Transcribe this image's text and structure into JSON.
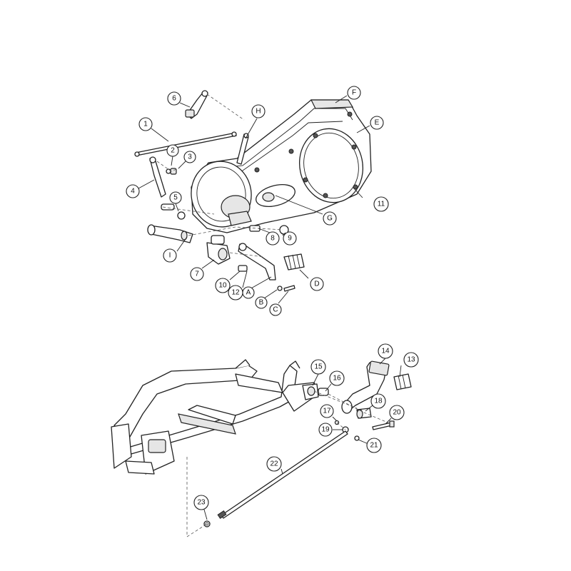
{
  "callouts": {
    "c1": "1",
    "c2": "2",
    "c3": "3",
    "c4": "4",
    "c5": "5",
    "c6": "6",
    "c7": "7",
    "c8": "8",
    "c9": "9",
    "c10": "10",
    "c11": "11",
    "c12": "12",
    "c13": "13",
    "c14": "14",
    "c15": "15",
    "c16": "16",
    "c17": "17",
    "c18": "18",
    "c19": "19",
    "c20": "20",
    "c21": "21",
    "c22": "22",
    "c23": "23",
    "cA": "A",
    "cB": "B",
    "cC": "C",
    "cD": "D",
    "cE": "E",
    "cF": "F",
    "cG": "G",
    "cH": "H",
    "cI": "I"
  }
}
